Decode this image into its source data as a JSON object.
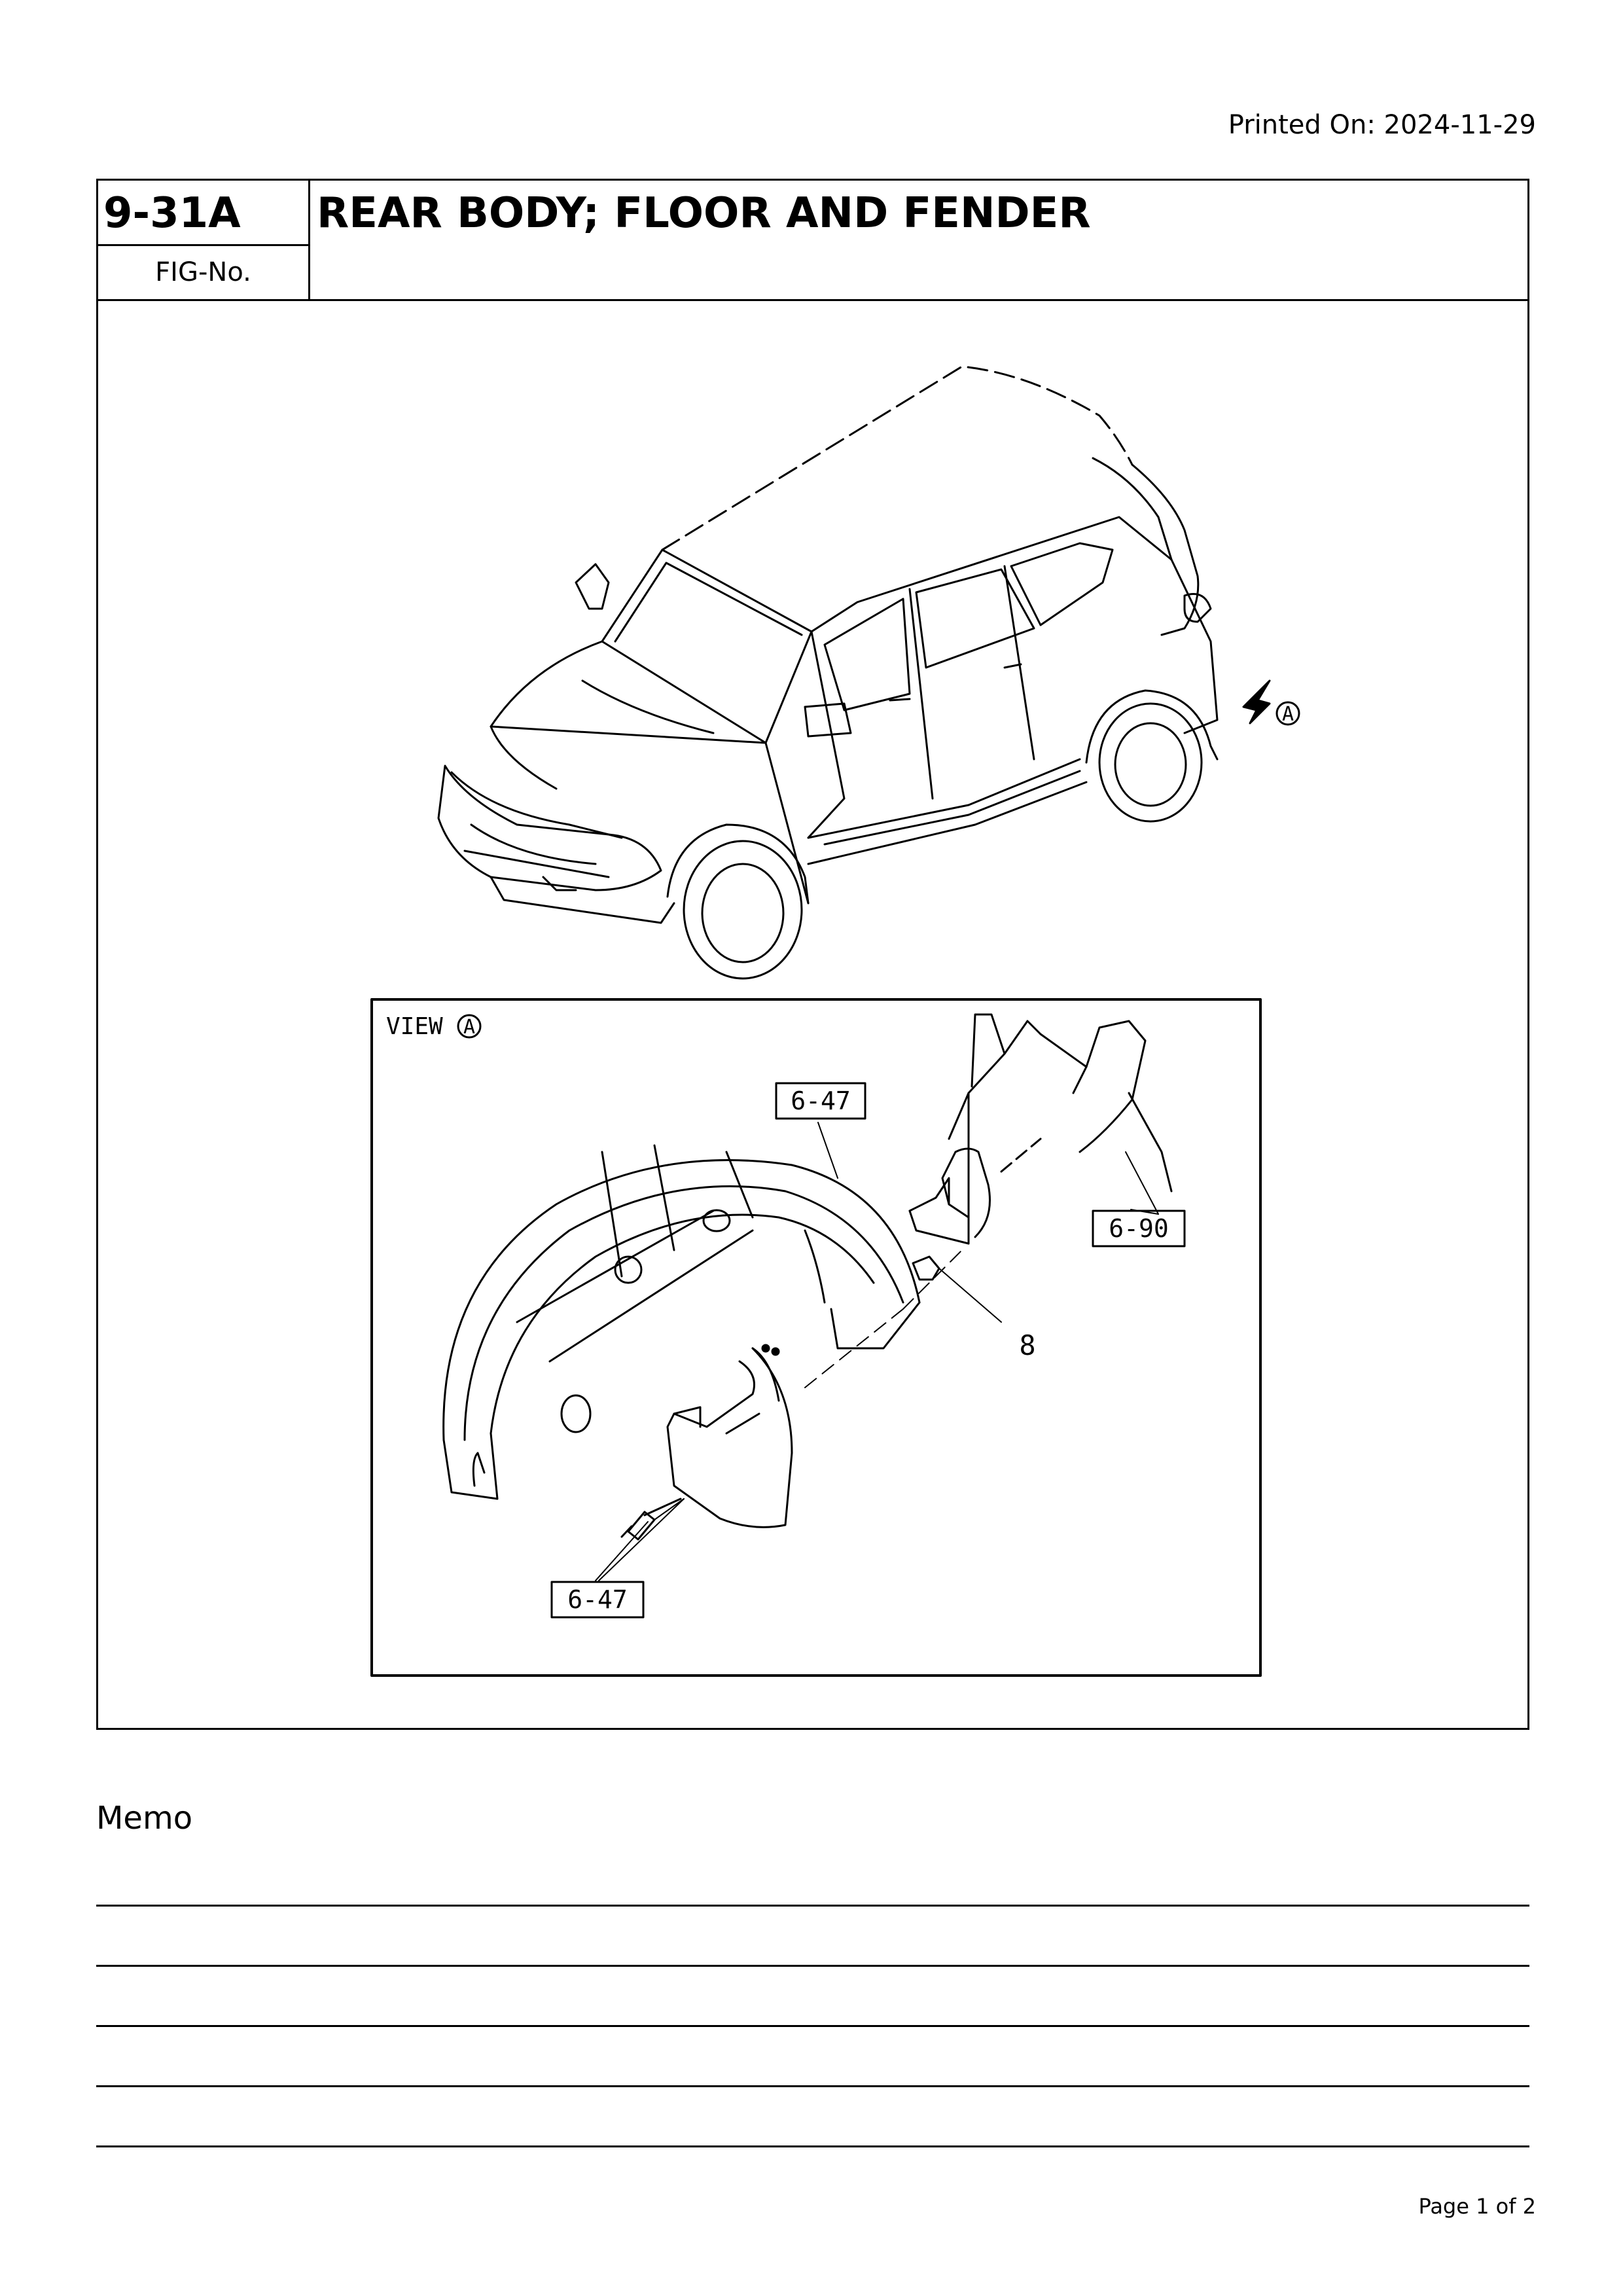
{
  "header": {
    "printed_on": "Printed On: 2024-11-29",
    "fig_number": "9-31A",
    "fig_no_label": "FIG-No.",
    "title": "REAR BODY; FLOOR AND FENDER"
  },
  "diagram": {
    "view_marker": "A",
    "view_label": "VIEW",
    "callouts": {
      "liner_ref": "6-47",
      "fender_ref": "6-90",
      "clip_ref": "8",
      "screw_ref": "6-47"
    }
  },
  "memo": {
    "label": "Memo"
  },
  "footer": {
    "page": "Page 1 of 2"
  }
}
